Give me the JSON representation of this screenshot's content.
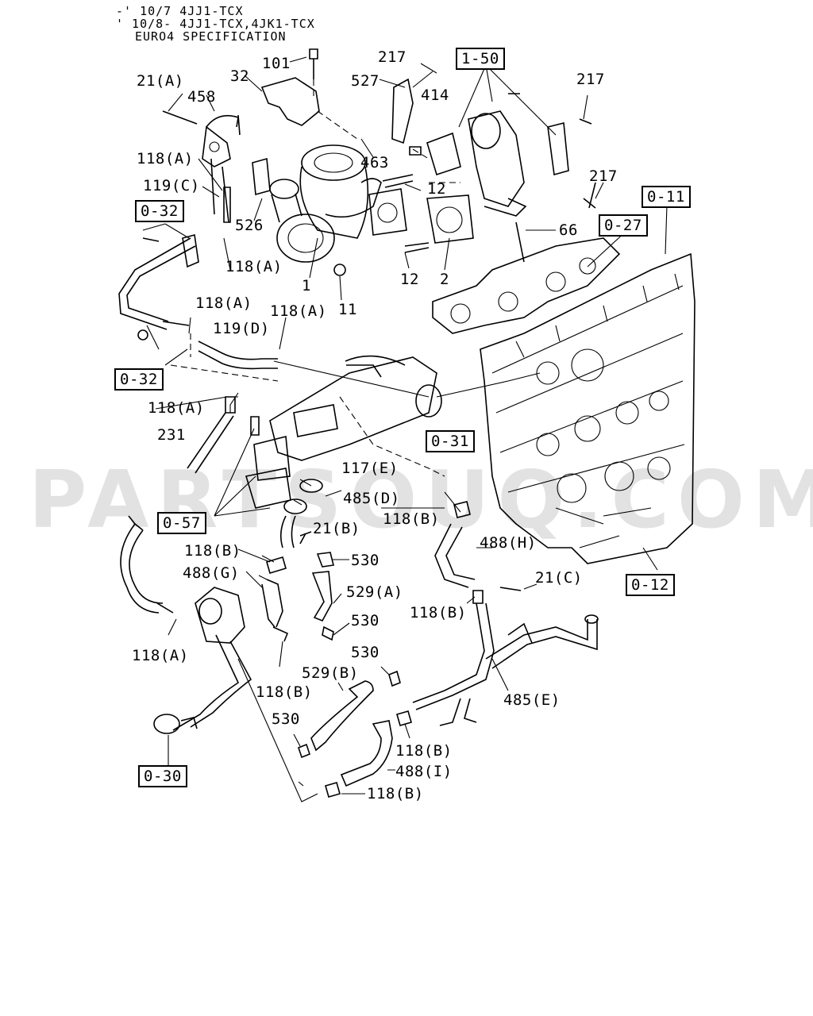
{
  "header": {
    "line1": "-' 10/7 4JJ1-TCX",
    "line2": "' 10/8- 4JJ1-TCX,4JK1-TCX",
    "line3": "EURO4 SPECIFICATION"
  },
  "watermark": "PARTSOUQ.COM",
  "refs": {
    "r150": "1-50",
    "r011": "0-11",
    "r027": "0-27",
    "r032a": "0-32",
    "r032b": "0-32",
    "r031": "0-31",
    "r057": "0-57",
    "r012": "0-12",
    "r030": "0-30"
  },
  "labels": {
    "l101": "101",
    "l217a": "217",
    "l21A": "21(A)",
    "l32": "32",
    "l527": "527",
    "l414": "414",
    "l217b": "217",
    "l458": "458",
    "l118Aa": "118(A)",
    "l463": "463",
    "l119C": "119(C)",
    "l12a": "12",
    "l217c": "217",
    "l526": "526",
    "l66": "66",
    "l118Ab": "118(A)",
    "l1": "1",
    "l12b": "12",
    "l2": "2",
    "l11": "11",
    "l118Ac": "118(A)",
    "l118Ad": "118(A)",
    "l119D": "119(D)",
    "l118Ae": "118(A)",
    "l231": "231",
    "l117E": "117(E)",
    "l485D": "485(D)",
    "l118Ba": "118(B)",
    "l21B": "21(B)",
    "l488H": "488(H)",
    "l118Bb": "118(B)",
    "l530a": "530",
    "l488G": "488(G)",
    "l529A": "529(A)",
    "l21C": "21(C)",
    "l118Bc": "118(B)",
    "l530b": "530",
    "l118Af": "118(A)",
    "l530c": "530",
    "l529B": "529(B)",
    "l118Bd": "118(B)",
    "l485E": "485(E)",
    "l530d": "530",
    "l118Be": "118(B)",
    "l488I": "488(I)",
    "l118Bf": "118(B)"
  }
}
